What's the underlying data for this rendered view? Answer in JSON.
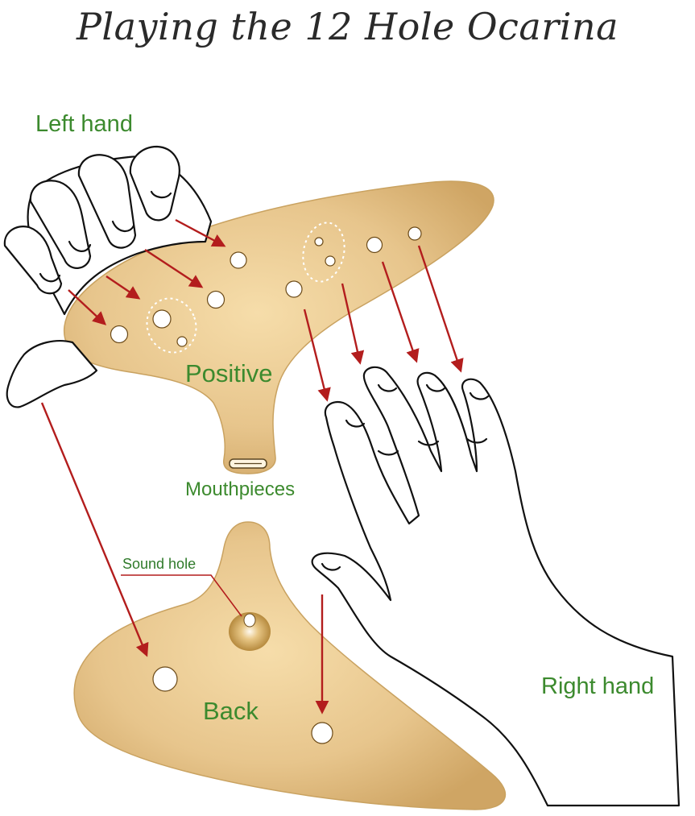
{
  "title": "Playing the 12 Hole Ocarina",
  "labels": {
    "left_hand": "Left hand",
    "positive": "Positive",
    "mouthpieces": "Mouthpieces",
    "sound_hole": "Sound hole",
    "back": "Back",
    "right_hand": "Right hand"
  },
  "colors": {
    "title": "#2a2a2a",
    "label_green": "#3c8a2e",
    "arrow_red": "#b31d1d",
    "ocarina_body": "#e7c58c",
    "ocarina_edge": "#c9a260",
    "hand_outline": "#111111"
  },
  "counts": {
    "front_holes": 10,
    "back_holes": 2,
    "total_holes": 12
  }
}
